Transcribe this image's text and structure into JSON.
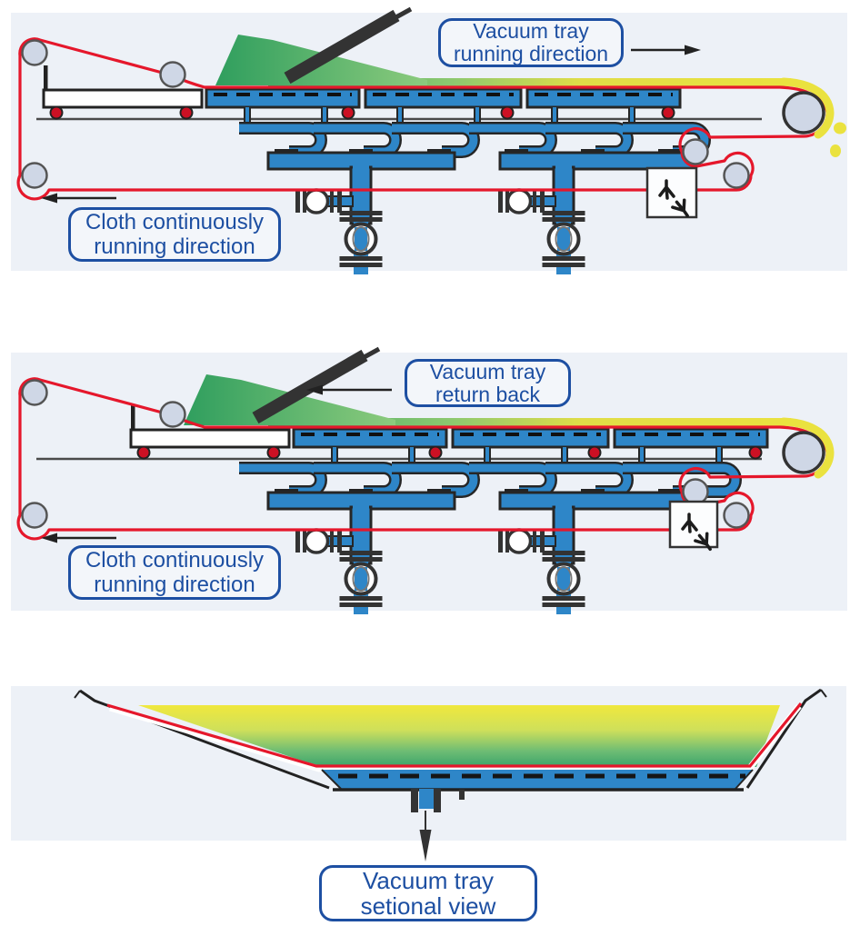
{
  "labels": {
    "vacuum_top": {
      "line1": "Vacuum tray",
      "line2": "running direction"
    },
    "cloth_top": {
      "line1": "Cloth continuously",
      "line2": "running direction"
    },
    "vacuum_middle": {
      "line1": "Vacuum tray",
      "line2": "return back"
    },
    "cloth_middle": {
      "line1": "Cloth continuously",
      "line2": "running direction"
    },
    "section_bottom": {
      "line1": "Vacuum tray",
      "line2": "setional view"
    }
  },
  "colors": {
    "label_blue": "#1d4fa2",
    "pipe_blue": "#2e86c8",
    "belt_red": "#e5172b",
    "stock_yellow": "#eae23f",
    "stock_green": "#3fa768",
    "roller_gray": "#cfd7e6",
    "outline_dark": "#262626",
    "panel_bg": "#edf1f7",
    "wheel_red": "#cc1023"
  }
}
